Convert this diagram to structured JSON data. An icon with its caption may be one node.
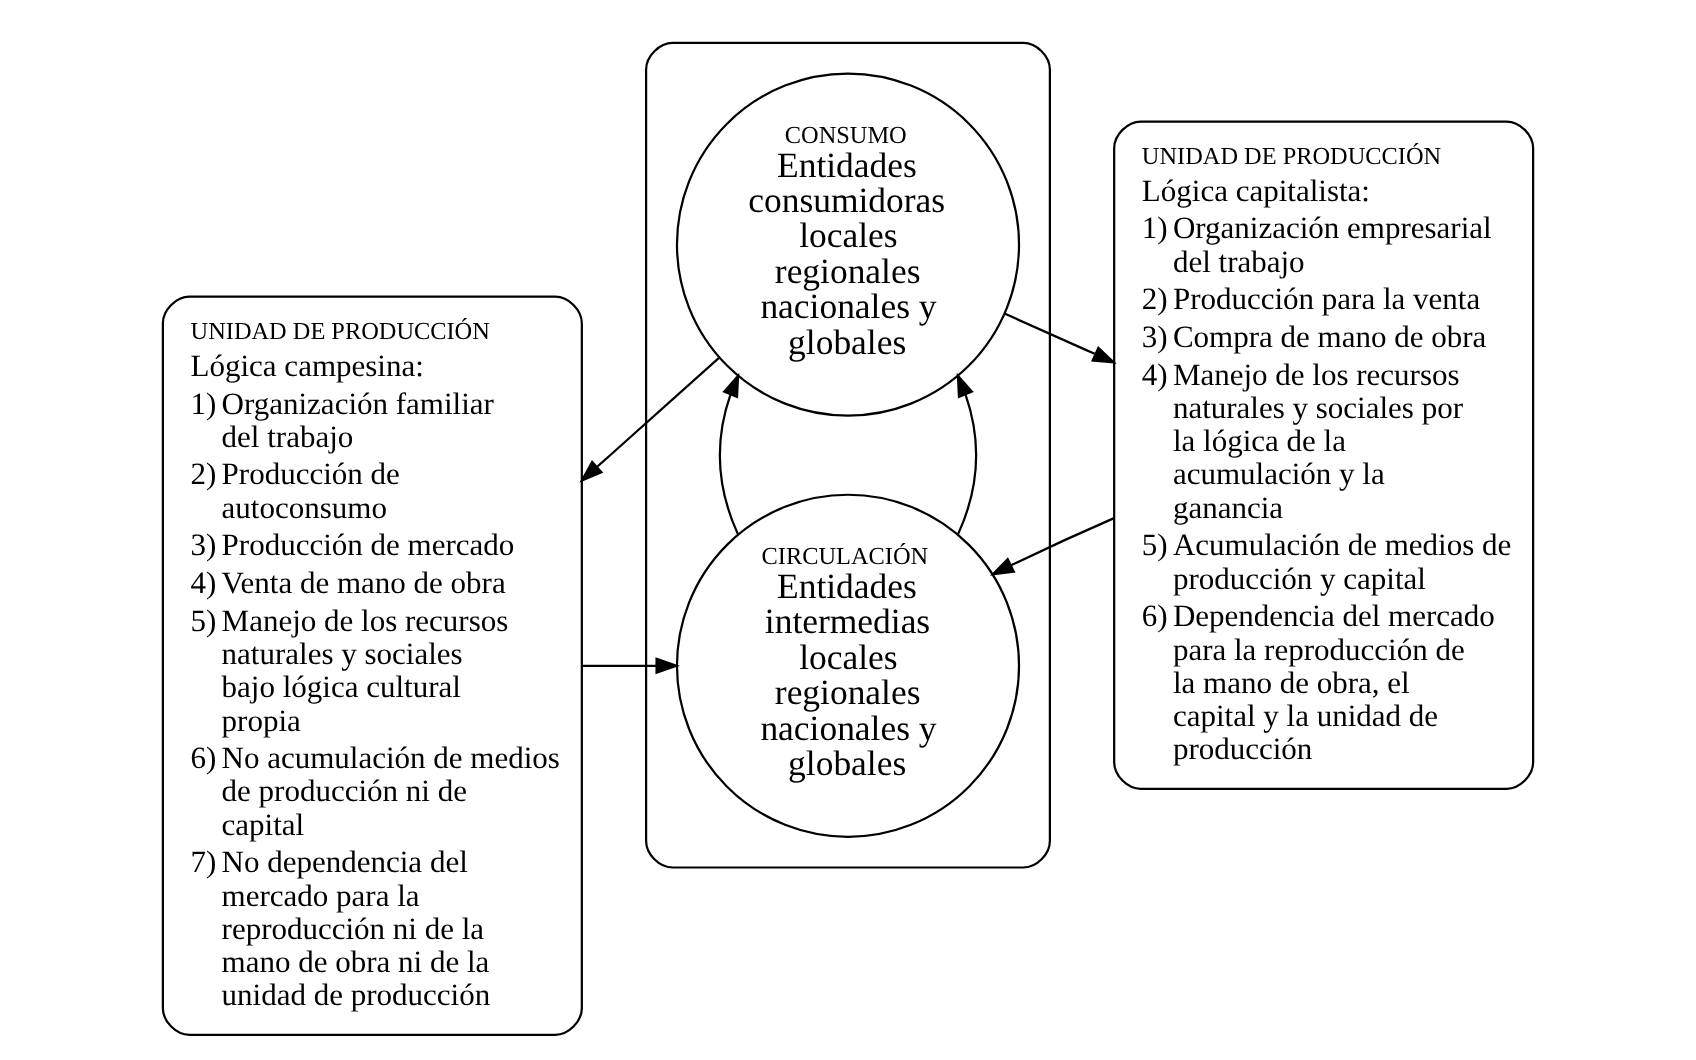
{
  "diagram": {
    "nodes": [
      {
        "text": [
          "UNIDAD DE PRODUCCIÓN",
          "Lógica campesina:",
          "1) Organización familiar del trabajo",
          "2) Producción de autoconsumo",
          "3) Producción de mercado",
          "4) Venta de mano de obra",
          "5) Manejo de los recursos naturales y sociales bajo lógica cultural propia",
          "6) No acumulación de medios de producción ni de capital",
          "7) No dependencia del mercado para la reproducción ni de la mano de obra ni de la unidad de producción"
        ]
      },
      {
        "text": [],
        "shape": "ellipse"
      },
      {
        "text": [
          "CIRCULACIÓN",
          "Entidades intermedias locales regionales nacionales y globales"
        ],
        "in": 1
      },
      {
        "text": [
          "CONSUMO",
          "Entidades consumidoras locales regionales nacionales y globales"
        ],
        "in": 1
      },
      {
        "text": [
          "UNIDAD DE PRODUCCIÓN",
          "Lógica capitalista:",
          "1) Organización empresarial del trabajo",
          "2) Producción para la venta",
          "3) Compra de mano de obra",
          "4) Manejo de los recursos naturales y sociales por la lógica de la acumulación y la ganancia",
          "5) Acumulación de medios de producción y capital",
          "6) Dependencia del mercado para la reproducción de la mano de obra, el capital y la unidad de producción"
        ]
      }
    ],
    "edges": [
      {
        "from": 0,
        "to": 2,
        "arrow": "to"
      },
      {
        "from": 4,
        "to": 2,
        "arrow": "to"
      },
      {
        "from": 2,
        "to": 3,
        "arrow": "to"
      },
      {
        "from": 2,
        "to": 3,
        "arrow": "to"
      },
      {
        "from": 3,
        "to": 0,
        "arrow": "to"
      },
      {
        "from": 3,
        "to": 4,
        "arrow": "to"
      }
    ]
  }
}
